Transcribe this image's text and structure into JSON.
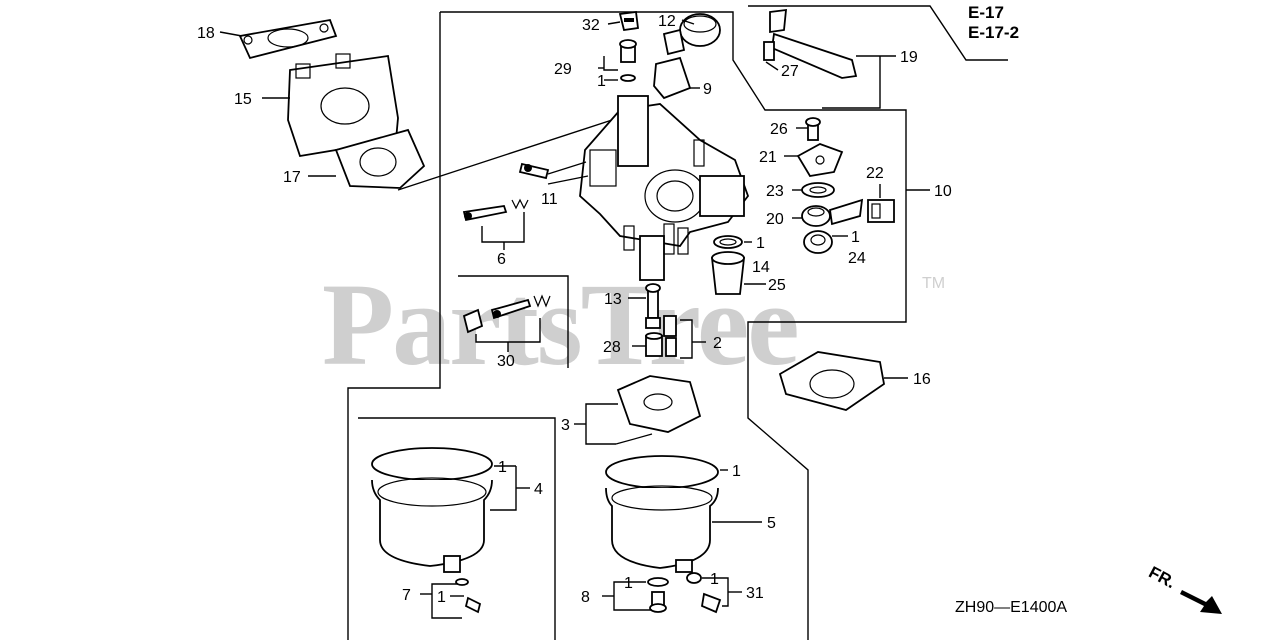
{
  "watermark": {
    "text": "PartsTree",
    "tm": "TM"
  },
  "refs": {
    "e17": "E-17",
    "e17_2": "E-17-2"
  },
  "diagram_code": "ZH90—E1400A",
  "direction": "FR.",
  "labels": {
    "l18": "18",
    "l15": "15",
    "l17": "17",
    "l32": "32",
    "l12": "12",
    "l29": "29",
    "l1a": "1",
    "l9": "9",
    "l19": "19",
    "l27": "27",
    "l26": "26",
    "l21": "21",
    "l10": "10",
    "l22": "22",
    "l23": "23",
    "l11": "11",
    "l20": "20",
    "l1b": "1",
    "l24": "24",
    "l6": "6",
    "l1c": "1",
    "l14": "14",
    "l25": "25",
    "l13": "13",
    "l2": "2",
    "l28": "28",
    "l30": "30",
    "l16": "16",
    "l3": "3",
    "l1d": "1",
    "l4": "4",
    "l1e": "1",
    "l5": "5",
    "l7": "7",
    "l1f": "1",
    "l8": "8",
    "l1g": "1",
    "l1h": "1",
    "l31": "31"
  }
}
